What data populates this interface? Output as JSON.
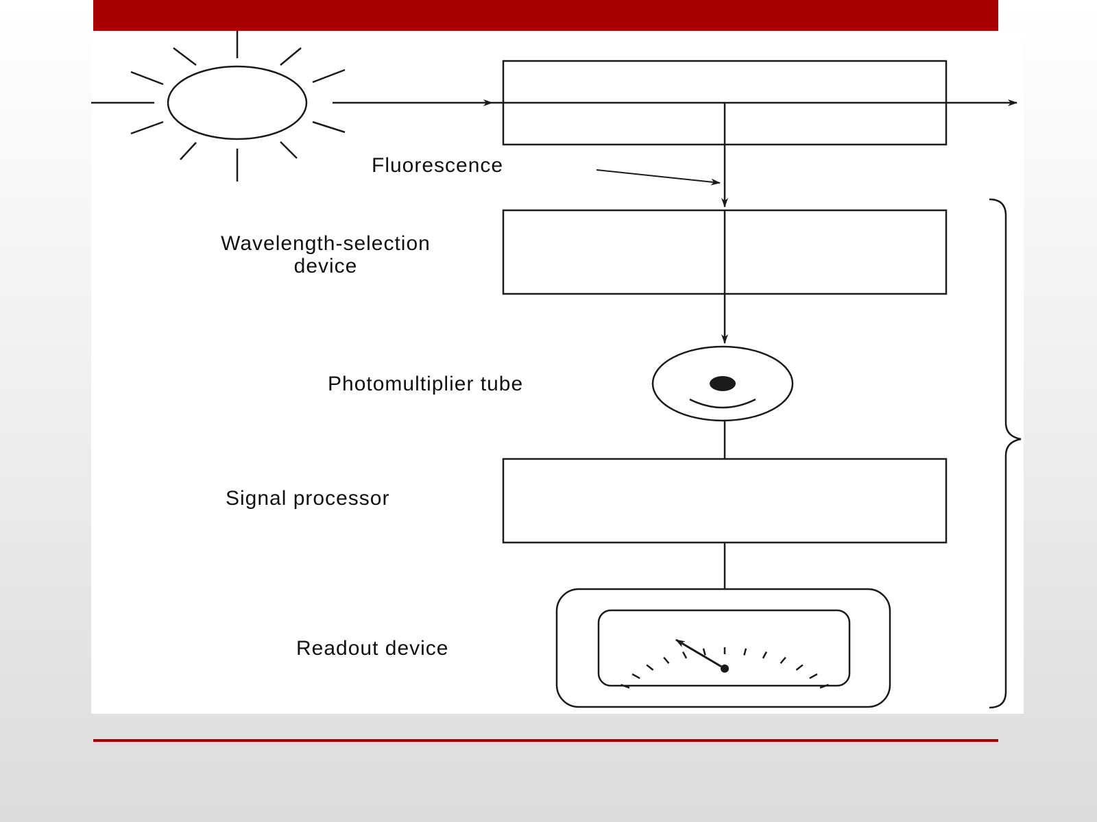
{
  "colors": {
    "accent": "#a80000",
    "line": "#1a1a1a"
  },
  "diagram": {
    "fluorescence_label": "Fluorescence",
    "wavelength_label_line1": "Wavelength-selection",
    "wavelength_label_line2": "device",
    "pmt_label": "Photomultiplier tube",
    "signal_label": "Signal processor",
    "readout_label": "Readout device"
  },
  "icons": [
    "sun-icon",
    "photomultiplier-tube-icon",
    "gauge-meter-icon"
  ]
}
